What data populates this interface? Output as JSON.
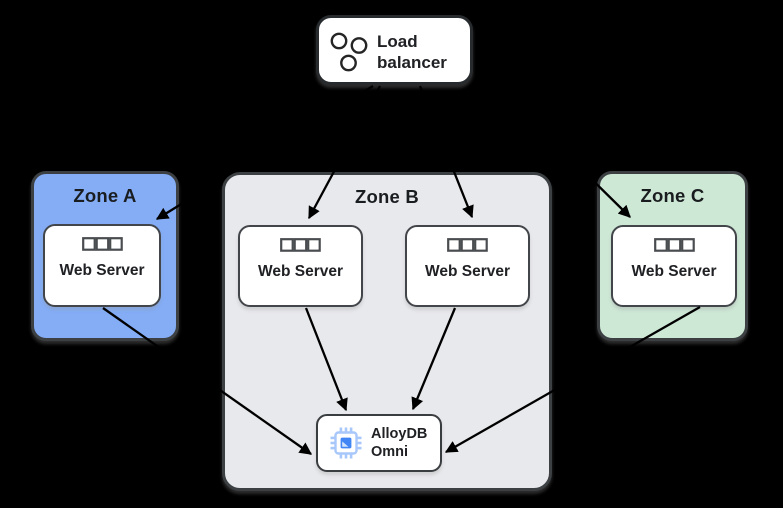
{
  "background": "#000000",
  "load_balancer": {
    "label": "Load balancer"
  },
  "zones": [
    {
      "label": "Zone A",
      "fill": "#84ADF6",
      "servers": [
        {
          "label": "Web Server"
        }
      ]
    },
    {
      "label": "Zone B",
      "fill": "#E8E9EC",
      "servers": [
        {
          "label": "Web Server"
        },
        {
          "label": "Web Server"
        }
      ]
    },
    {
      "label": "Zone C",
      "fill": "#CEE8D6",
      "servers": [
        {
          "label": "Web Server"
        }
      ]
    }
  ],
  "database": {
    "label": "AlloyDB Omni"
  },
  "colors": {
    "zone_border": "#3C4043",
    "node_fill": "#FFFFFF",
    "arrow": "#000000",
    "text": "#202124",
    "alloydb_blue": "#4285F4",
    "alloydb_light_blue": "#A8C7FA"
  },
  "edges": [
    {
      "from": "load-balancer",
      "to": "zone-a-web-server"
    },
    {
      "from": "load-balancer",
      "to": "zone-b-web-server-1"
    },
    {
      "from": "load-balancer",
      "to": "zone-b-web-server-2"
    },
    {
      "from": "load-balancer",
      "to": "zone-c-web-server"
    },
    {
      "from": "zone-a-web-server",
      "to": "alloydb-omni"
    },
    {
      "from": "zone-b-web-server-1",
      "to": "alloydb-omni"
    },
    {
      "from": "zone-b-web-server-2",
      "to": "alloydb-omni"
    },
    {
      "from": "zone-c-web-server",
      "to": "alloydb-omni"
    }
  ]
}
